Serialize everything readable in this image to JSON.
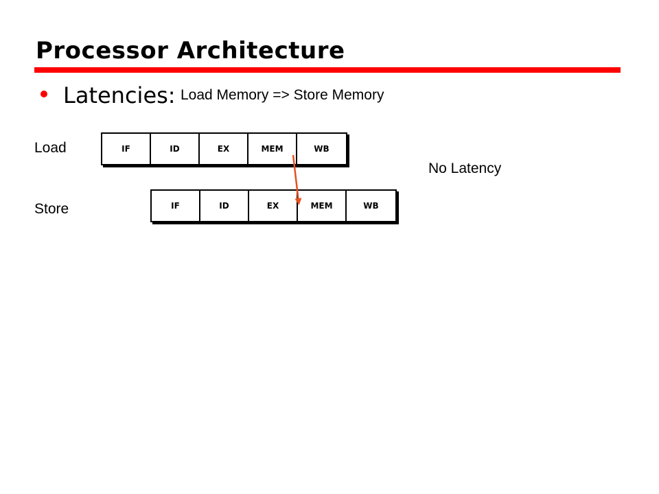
{
  "slide": {
    "title": "Processor Architecture",
    "bullet": "Latencies:",
    "subtitle": "Load Memory => Store Memory",
    "accent_color": "#ff0000",
    "arrow_color": "#e8501e"
  },
  "pipelines": [
    {
      "label": "Load",
      "stages": [
        "IF",
        "ID",
        "EX",
        "MEM",
        "WB"
      ]
    },
    {
      "label": "Store",
      "stages": [
        "IF",
        "ID",
        "EX",
        "MEM",
        "WB"
      ]
    }
  ],
  "annotation": "No Latency",
  "dependency": {
    "from": "Load MEM",
    "to": "Store MEM"
  }
}
